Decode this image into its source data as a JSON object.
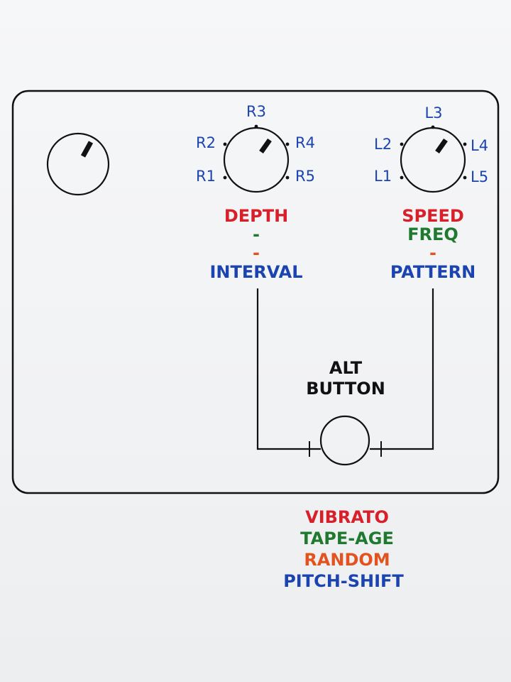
{
  "colors": {
    "red": "#d8202a",
    "green": "#1f7a30",
    "orange": "#e2531f",
    "blue": "#1c44b0",
    "black": "#111111"
  },
  "left_knob": {
    "positions": [
      "R1",
      "R2",
      "R3",
      "R4",
      "R5"
    ]
  },
  "right_knob": {
    "positions": [
      "L1",
      "L2",
      "L3",
      "L4",
      "L5"
    ]
  },
  "left_label": {
    "line1": "DEPTH",
    "line2": "-",
    "line3": "-",
    "line4": "INTERVAL"
  },
  "right_label": {
    "line1": "SPEED",
    "line2": "FREQ",
    "line3": "-",
    "line4": "PATTERN"
  },
  "alt_button": {
    "line1": "ALT",
    "line2": "BUTTON"
  },
  "modes": [
    "VIBRATO",
    "TAPE-AGE",
    "RANDOM",
    "PITCH-SHIFT"
  ]
}
